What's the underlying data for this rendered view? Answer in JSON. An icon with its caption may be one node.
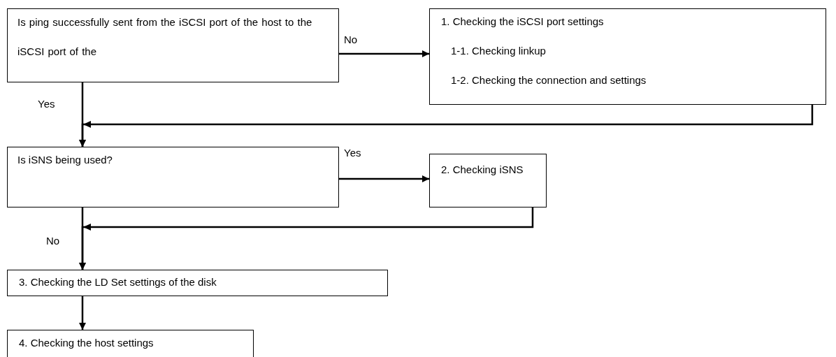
{
  "diagram": {
    "nodes": [
      {
        "text": [
          "Is ping successfully sent from the iSCSI port of the host to the iSCSI port of the"
        ]
      },
      {
        "text": [
          "1. Checking the iSCSI port settings",
          "1-1. Checking linkup",
          "1-2. Checking the connection and settings"
        ]
      },
      {
        "text": [
          "Is iSNS being used?"
        ]
      },
      {
        "text": [
          "2. Checking iSNS"
        ]
      },
      {
        "text": [
          "3. Checking the LD Set settings of the disk"
        ]
      },
      {
        "text": [
          "4. Checking the host settings"
        ]
      }
    ],
    "edges": [
      {
        "from": 0,
        "to": 1,
        "arrow": "to",
        "label": "No"
      },
      {
        "from": 0,
        "to": 2,
        "arrow": "to",
        "label": "Yes"
      },
      {
        "from": 1,
        "to": 2,
        "arrow": "to"
      },
      {
        "from": 2,
        "to": 3,
        "arrow": "to",
        "label": "Yes"
      },
      {
        "from": 2,
        "to": 4,
        "arrow": "to",
        "label": "No"
      },
      {
        "from": 3,
        "to": 4,
        "arrow": "to"
      },
      {
        "from": 4,
        "to": 5,
        "arrow": "to"
      }
    ]
  }
}
